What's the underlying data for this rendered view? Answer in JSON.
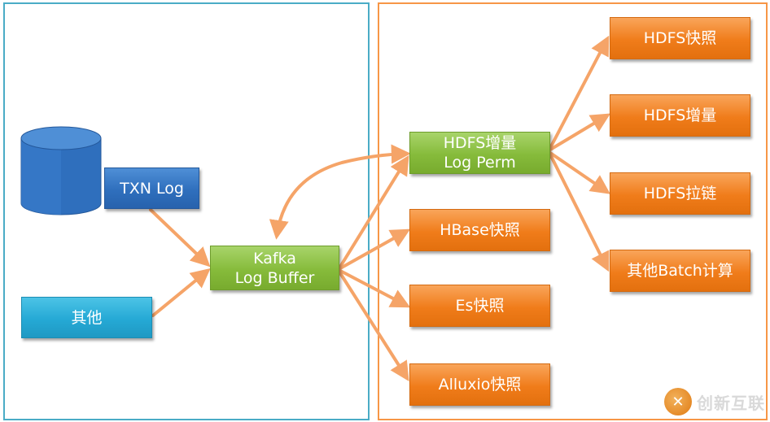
{
  "nodes": {
    "txn_log": "TXN Log",
    "other_source": "其他",
    "kafka": "Kafka\nLog Buffer",
    "hdfs_log_perm": "HDFS增量\nLog Perm",
    "hbase_snapshot": "HBase快照",
    "es_snapshot": "Es快照",
    "alluxio_snapshot": "Alluxio快照",
    "hdfs_snapshot": "HDFS快照",
    "hdfs_incremental": "HDFS增量",
    "hdfs_zipper": "HDFS拉链",
    "other_batch": "其他Batch计算"
  },
  "watermark": {
    "text": "创新互联",
    "logo": "x-logo-icon"
  },
  "colors": {
    "orange": "#f07c1a",
    "green": "#86bb3b",
    "blue": "#2f6fbd",
    "cyan": "#25a9d5",
    "arrow": "#f5a468",
    "left_border": "#4aacc6",
    "right_border": "#f79646"
  }
}
